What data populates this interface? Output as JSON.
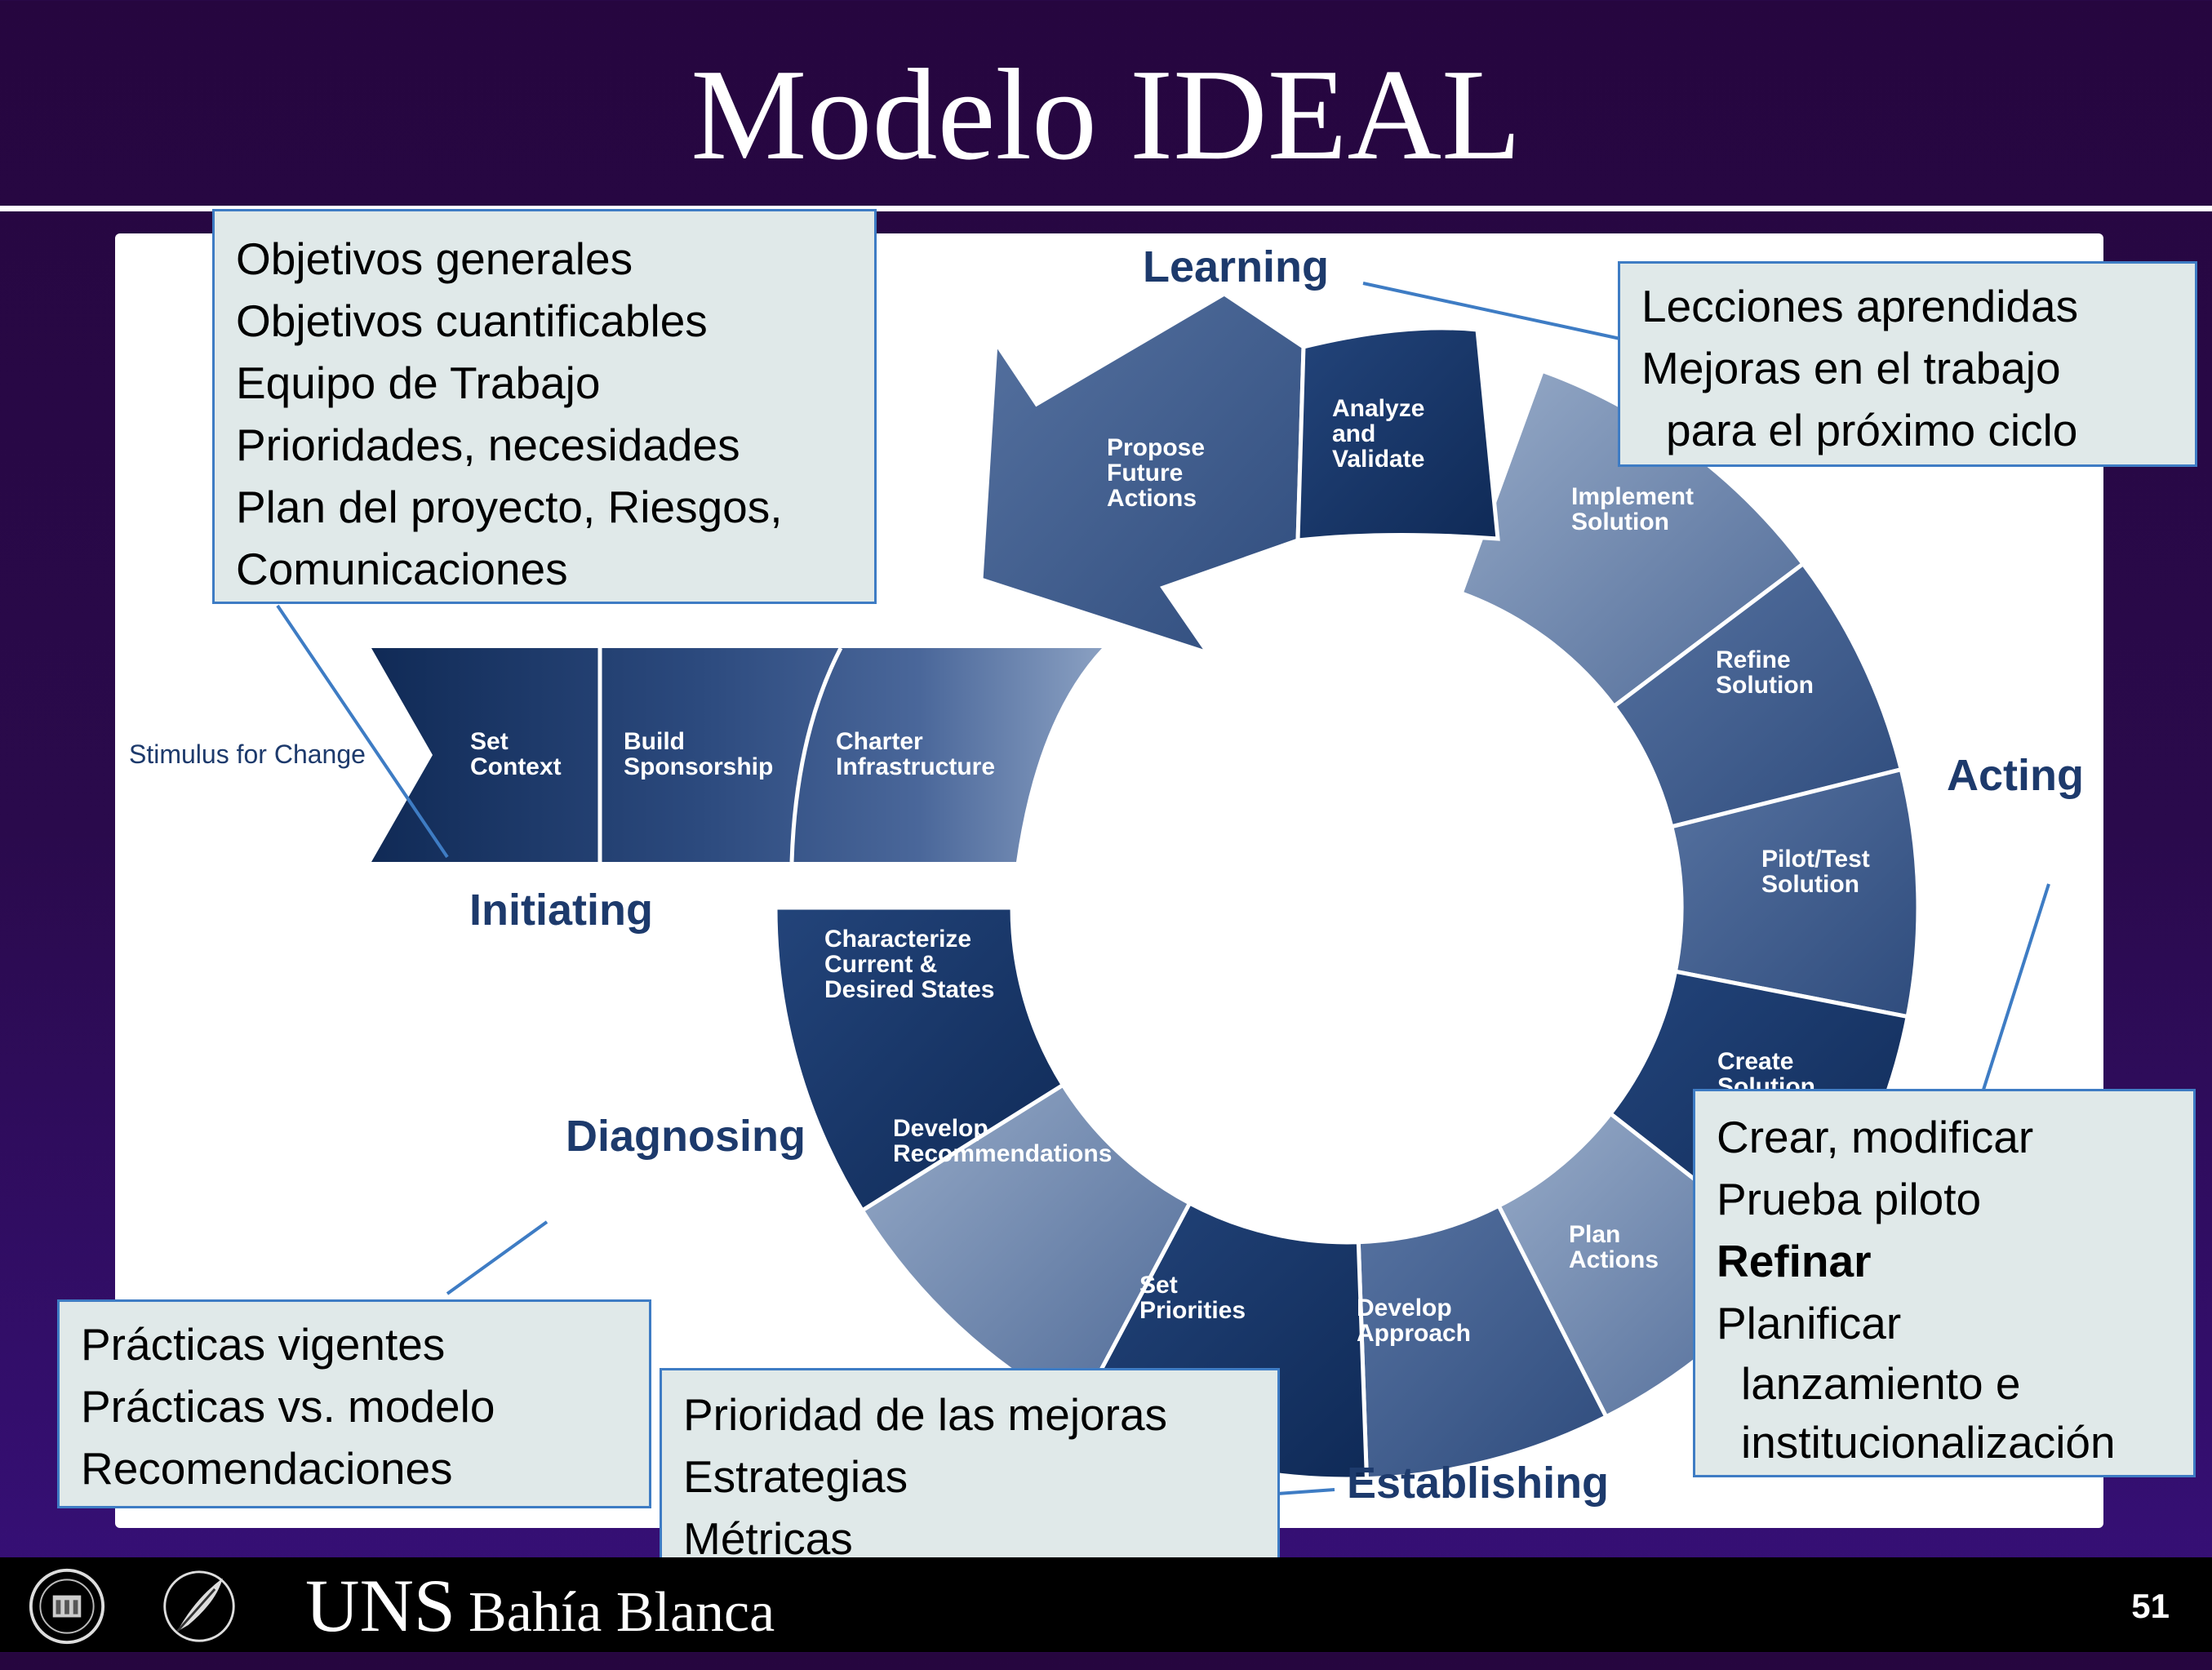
{
  "slide": {
    "title": "Modelo IDEAL",
    "page_number": "51"
  },
  "footer": {
    "brand_main": "UNS",
    "brand_city": "Bahía Blanca",
    "seal_icons": [
      "university-seal-icon",
      "quill-logo-icon"
    ]
  },
  "diagram": {
    "stimulus": "Stimulus for Change",
    "phases": {
      "initiating": "Initiating",
      "diagnosing": "Diagnosing",
      "establishing": "Establishing",
      "acting": "Acting",
      "learning": "Learning"
    },
    "initiating_steps": [
      [
        "Set",
        "Context"
      ],
      [
        "Build",
        "Sponsorship"
      ],
      [
        "Charter",
        "Infrastructure"
      ]
    ],
    "learning_steps": [
      [
        "Propose",
        "Future",
        "Actions"
      ],
      [
        "Analyze",
        "and",
        "Validate"
      ]
    ],
    "acting_steps": [
      [
        "Implement",
        "Solution"
      ],
      [
        "Refine",
        "Solution"
      ],
      [
        "Pilot/Test",
        "Solution"
      ],
      [
        "Create",
        "Solution"
      ]
    ],
    "establishing_steps": [
      [
        "Plan",
        "Actions"
      ],
      [
        "Develop",
        "Approach"
      ],
      [
        "Set",
        "Priorities"
      ]
    ],
    "diagnosing_steps": [
      [
        "Develop",
        "Recommendations"
      ],
      [
        "Characterize",
        "Current &",
        "Desired States"
      ]
    ],
    "colors": {
      "dark_navy": "#1b3766",
      "mid_blue": "#3e5a89",
      "light_blue": "#7f95b7",
      "phase_label": "#1d3a6c",
      "callout_border": "#3e7cc4",
      "callout_fill": "#e0e9e9"
    }
  },
  "callouts": {
    "initiating": [
      "Objetivos generales",
      "Objetivos cuantificables",
      "Equipo de Trabajo",
      "Prioridades, necesidades",
      "Plan del proyecto, Riesgos,",
      "Comunicaciones"
    ],
    "learning": [
      "Lecciones aprendidas",
      "Mejoras en el trabajo",
      "para el próximo ciclo"
    ],
    "acting": [
      "Crear, modificar",
      "Prueba piloto",
      "Refinar",
      "Planificar",
      "lanzamiento e",
      "institucionalización"
    ],
    "diagnosing": [
      "Prácticas vigentes",
      "Prácticas vs. modelo",
      "Recomendaciones"
    ],
    "establishing": [
      "Prioridad de las mejoras",
      "Estrategias",
      "Métricas"
    ]
  }
}
